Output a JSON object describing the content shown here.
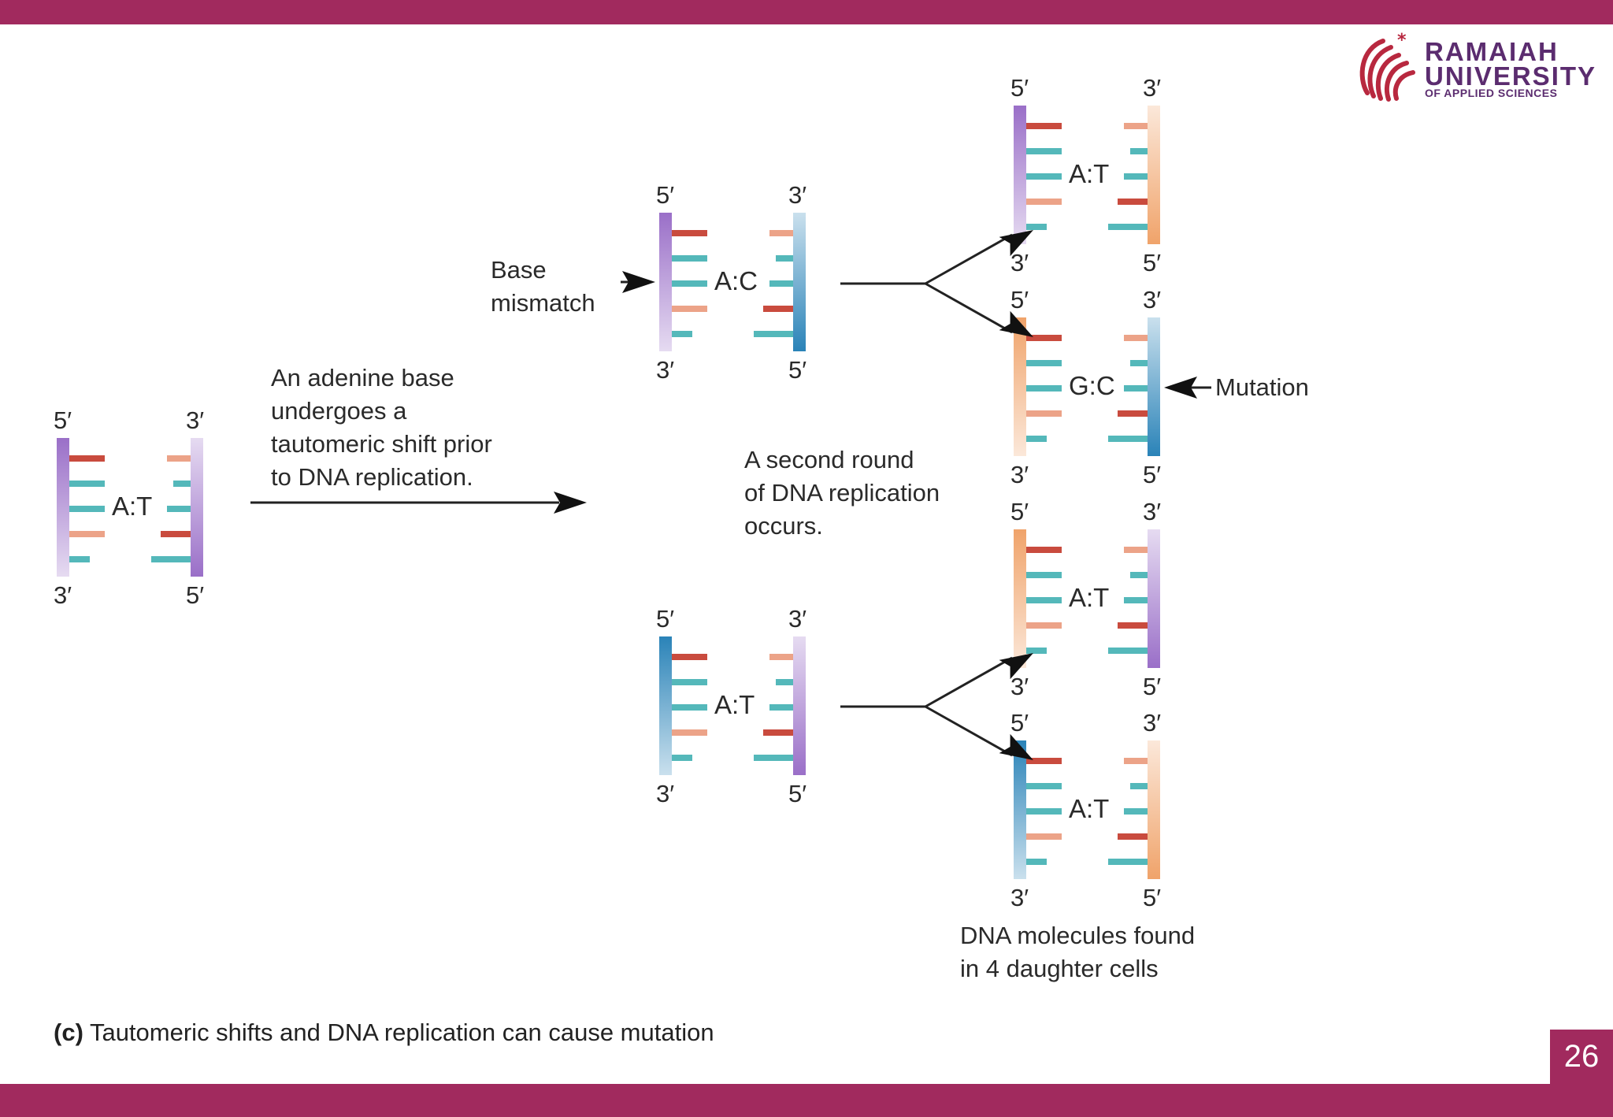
{
  "slide": {
    "page_number": "26",
    "colors": {
      "band": "#a12a5e",
      "logo_text": "#5b2c6f",
      "logo_mark": "#b8283f"
    }
  },
  "logo": {
    "line1": "RAMAIAH",
    "line2": "UNIVERSITY",
    "line3": "OF APPLIED SCIENCES"
  },
  "figure": {
    "pair_labels": {
      "original": "A:T",
      "mismatch": "A:C",
      "normal_copy": "A:T",
      "daughter_1": "A:T",
      "daughter_2": "G:C",
      "daughter_3": "A:T",
      "daughter_4": "A:T"
    },
    "end_labels": {
      "five_prime": "5′",
      "three_prime": "3′"
    },
    "annotations": {
      "tautomeric": [
        "An adenine base",
        "undergoes a",
        "tautomeric shift prior",
        "to DNA replication."
      ],
      "base_mismatch": [
        "Base",
        "mismatch"
      ],
      "second_round": [
        "A second round",
        "of DNA replication",
        "occurs."
      ],
      "mutation": "Mutation",
      "daughter_cells": [
        "DNA molecules found",
        "in 4 daughter cells"
      ]
    },
    "caption": {
      "label": "(c)",
      "text": "Tautomeric shifts and DNA replication can cause mutation"
    },
    "colors": {
      "purple": "#9a6fc8",
      "blue": "#2a83b8",
      "orange": "#f0a36a",
      "red": "#c94b3e",
      "teal": "#54b8ba",
      "salmon": "#eca388"
    }
  }
}
